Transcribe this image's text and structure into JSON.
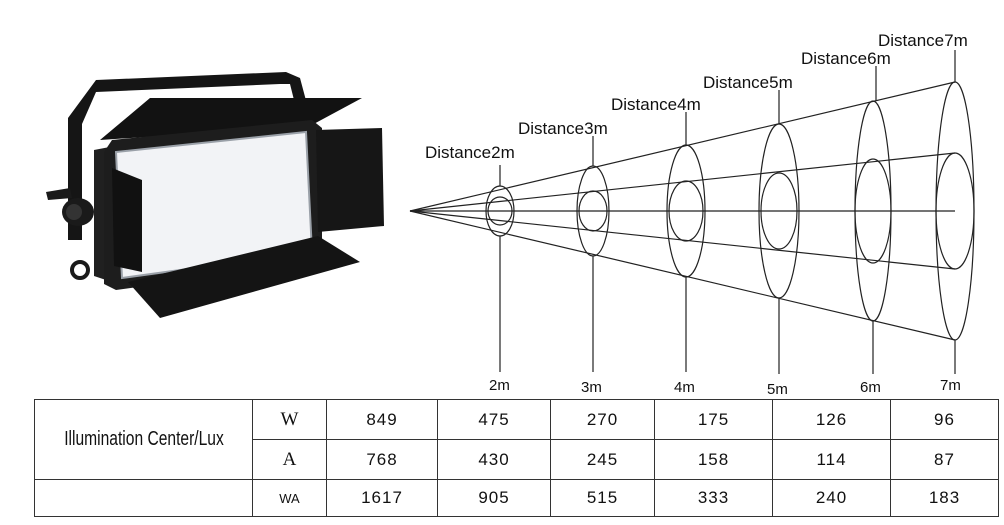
{
  "beam": {
    "distance_labels": [
      "Distance2m",
      "Distance3m",
      "Distance4m",
      "Distance5m",
      "Distance6m",
      "Distance7m"
    ],
    "axis_labels": [
      "2m",
      "3m",
      "4m",
      "5m",
      "6m",
      "7m"
    ]
  },
  "table": {
    "row_label": "Illumination Center/Lux",
    "rows": [
      {
        "key": "W",
        "values": [
          "849",
          "475",
          "270",
          "175",
          "126",
          "96"
        ]
      },
      {
        "key": "A",
        "values": [
          "768",
          "430",
          "245",
          "158",
          "114",
          "87"
        ]
      },
      {
        "key": "WA",
        "values": [
          "1617",
          "905",
          "515",
          "333",
          "240",
          "183"
        ]
      }
    ]
  },
  "colors": {
    "line": "#222222",
    "panel": "#f2f3f6",
    "frame": "#151515"
  }
}
